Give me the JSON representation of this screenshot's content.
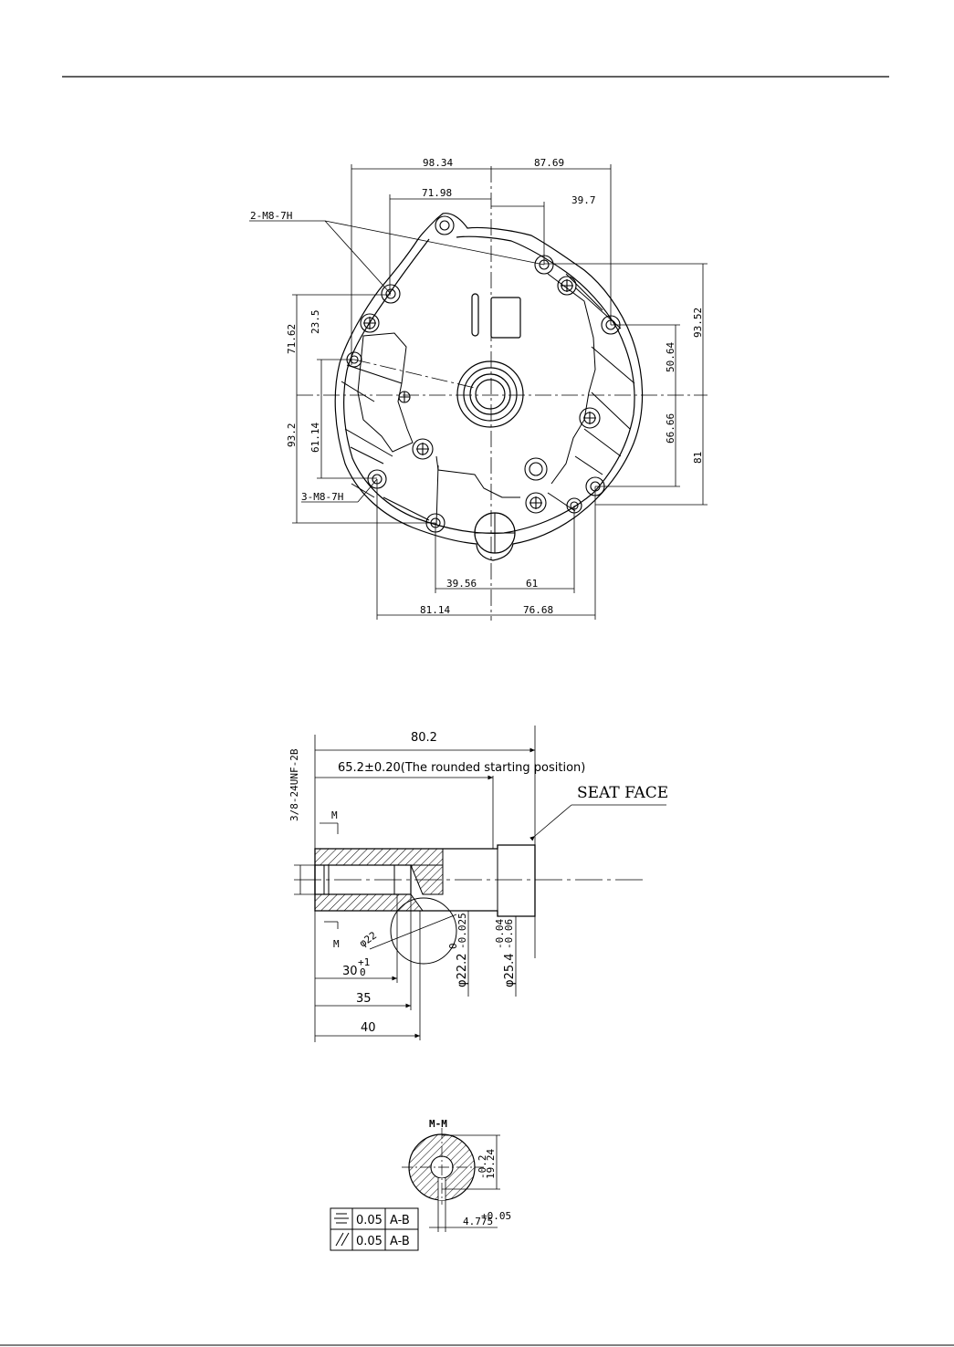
{
  "top_view": {
    "dims": {
      "d98_34": "98.34",
      "d87_69": "87.69",
      "d71_98": "71.98",
      "d39_7": "39.7",
      "d71_62": "71.62",
      "d23_5": "23.5",
      "d93_2": "93.2",
      "d61_14": "61.14",
      "d93_52": "93.52",
      "d50_64": "50.64",
      "d66_66": "66.66",
      "d81": "81",
      "d39_56": "39.56",
      "d61": "61",
      "d81_14": "81.14",
      "d76_68": "76.68"
    },
    "callout_2": "2-M8-7H",
    "callout_3": "3-M8-7H"
  },
  "section_view": {
    "d80_2": "80.2",
    "d65_2": "65.2±0.20(The  rounded  starting  position)",
    "thread": "3/8-24UNF-2B",
    "seat_face": "SEAT  FACE",
    "section_mark": "M",
    "phi22": "φ22",
    "angle": "30",
    "angle_tol_upper": "+1",
    "angle_tol_lower": "0",
    "d35": "35",
    "d40": "40",
    "phi22_2": "φ22.2",
    "phi22_2_tol_upper": "0",
    "phi22_2_tol_lower": "-0.025",
    "phi25_4": "φ25.4",
    "phi25_4_tol_upper": "-0.04",
    "phi25_4_tol_lower": "-0.06"
  },
  "mm_view": {
    "title": "M-M",
    "d19_24": "19.24",
    "d19_24_tol": "-0.2",
    "d4_775": "4.775",
    "d4_775_tol": "+0.05"
  },
  "tolerance_frame": [
    {
      "symbol": "symmetry-icon",
      "value": "0.05",
      "datum": "A-B"
    },
    {
      "symbol": "parallelism-icon",
      "value": "0.05",
      "datum": "A-B"
    }
  ]
}
